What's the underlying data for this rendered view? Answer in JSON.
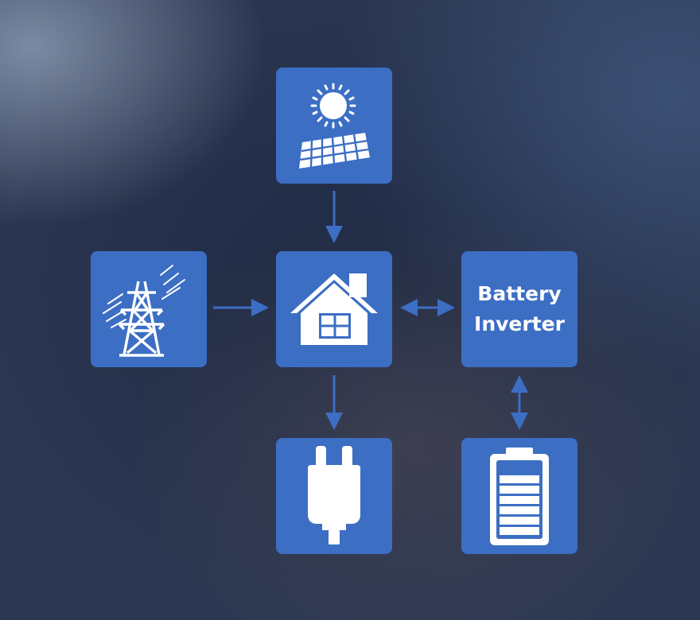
{
  "colors": {
    "tile": "#3c6ec4",
    "icon": "#ffffff",
    "arrow": "#3c6ec4"
  },
  "nodes": {
    "solar": {
      "icon": "solar-panel-icon"
    },
    "grid": {
      "icon": "power-tower-icon"
    },
    "home": {
      "icon": "house-icon"
    },
    "inverter": {
      "line1": "Battery",
      "line2": "Inverter"
    },
    "load": {
      "icon": "plug-icon"
    },
    "battery": {
      "icon": "battery-icon"
    }
  },
  "connections": [
    {
      "from": "solar",
      "to": "home",
      "direction": "one-way"
    },
    {
      "from": "grid",
      "to": "home",
      "direction": "one-way"
    },
    {
      "from": "home",
      "to": "inverter",
      "direction": "two-way"
    },
    {
      "from": "home",
      "to": "load",
      "direction": "one-way"
    },
    {
      "from": "inverter",
      "to": "battery",
      "direction": "two-way"
    }
  ]
}
